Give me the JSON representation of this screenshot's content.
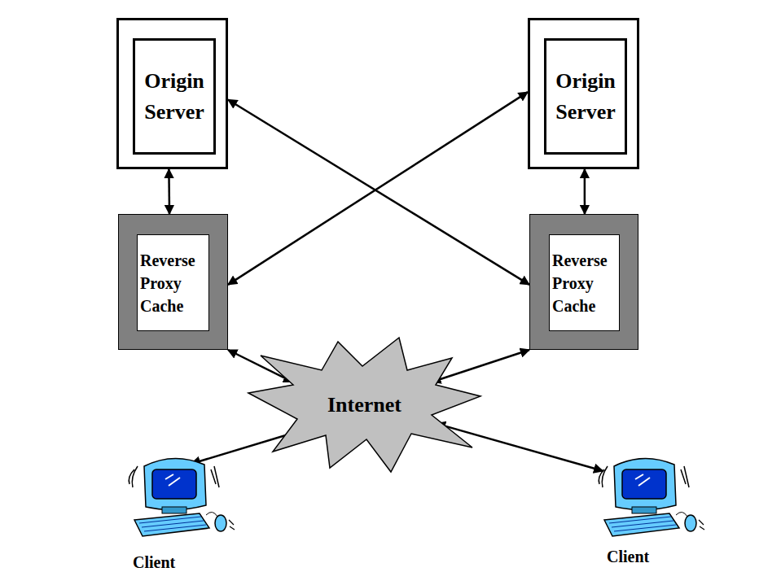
{
  "diagram": {
    "nodes": [
      {
        "text": [
          "Origin Server"
        ]
      },
      {
        "text": [
          "Origin Server"
        ]
      },
      {
        "text": [
          "Reverse Proxy Cache"
        ]
      },
      {
        "text": [
          "Reverse Proxy Cache"
        ]
      },
      {
        "text": [
          "Internet"
        ]
      },
      {
        "text": [
          "Client"
        ]
      },
      {
        "text": [
          "Client"
        ]
      }
    ],
    "edges": [
      {
        "from": 0,
        "to": 2,
        "arrow": "both"
      },
      {
        "from": 1,
        "to": 3,
        "arrow": "both"
      },
      {
        "from": 0,
        "to": 3,
        "arrow": "both"
      },
      {
        "from": 1,
        "to": 2,
        "arrow": "both"
      },
      {
        "from": 2,
        "to": 4,
        "arrow": "both"
      },
      {
        "from": 3,
        "to": 4,
        "arrow": "both"
      },
      {
        "from": 5,
        "to": 4,
        "arrow": "both"
      },
      {
        "from": 6,
        "to": 4,
        "arrow": "both"
      }
    ]
  }
}
